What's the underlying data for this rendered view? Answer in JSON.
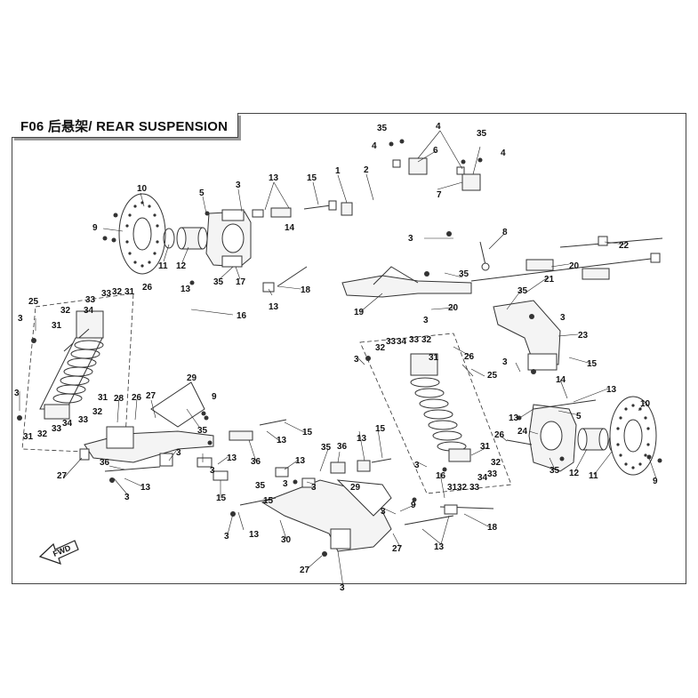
{
  "header": {
    "title": "F06 后悬架/ REAR SUSPENSION"
  },
  "direction_marker": {
    "label": "FWD",
    "icon": "fwd-arrow-icon"
  },
  "callouts": {
    "n1": "1",
    "n2": "2",
    "n3": "3",
    "n4": "4",
    "n5": "5",
    "n6": "6",
    "n7": "7",
    "n8": "8",
    "n9": "9",
    "n10": "10",
    "n11": "11",
    "n12": "12",
    "n13": "13",
    "n14": "14",
    "n15": "15",
    "n16": "16",
    "n17": "17",
    "n18": "18",
    "n19": "19",
    "n20": "20",
    "n21": "21",
    "n22": "22",
    "n23": "23",
    "n24": "24",
    "n25": "25",
    "n26": "26",
    "n27": "27",
    "n28": "28",
    "n29": "29",
    "n30": "30",
    "n31": "31",
    "n32": "32",
    "n33": "33",
    "n34": "34",
    "n35": "35",
    "n36": "36"
  },
  "colors": {
    "line": "#333333",
    "frame": "#444444",
    "part_fill": "#f4f4f4"
  }
}
